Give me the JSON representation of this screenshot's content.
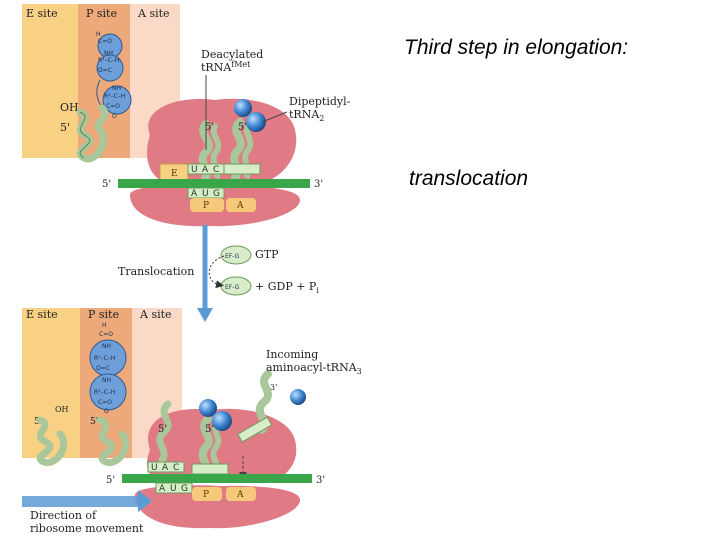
{
  "slide": {
    "title": "Third step in elongation:",
    "subtitle": "translocation"
  },
  "top_panel": {
    "site_e": "E site",
    "site_p": "P site",
    "site_a": "A site",
    "deacylated": "Deacylated",
    "trna_fmet_base": "tRNA",
    "trna_fmet_sup": "fMet",
    "dipeptidyl_line1": "Dipeptidyl-",
    "dipeptidyl_line2": "tRNA",
    "dipeptidyl_sub": "2",
    "oh": "OH",
    "five_prime": "5'",
    "three_prime": "3'",
    "codons": [
      "U",
      "A",
      "C",
      "A",
      "U",
      "G"
    ],
    "ribo_e": "E",
    "ribo_p": "P",
    "ribo_a": "A",
    "chem": [
      "H",
      "C=O",
      "NH",
      "R¹–C–H",
      "O=C",
      "NH",
      "R²–C–H",
      "C=O",
      "O"
    ]
  },
  "middle": {
    "translocation": "Translocation",
    "efg": "EF-G",
    "gtp": "GTP",
    "gdp_pi": "+ GDP + P",
    "pi_sub": "i"
  },
  "bottom_panel": {
    "site_e": "E site",
    "site_p": "P site",
    "site_a": "A site",
    "incoming_line1": "Incoming",
    "incoming_line2": "aminoacyl-tRNA",
    "incoming_sub": "3",
    "oh": "OH",
    "five_prime": "5'",
    "three_prime": "3'",
    "codons": [
      "U",
      "A",
      "C",
      "A",
      "U",
      "G"
    ],
    "ribo_p": "P",
    "ribo_a": "A",
    "direction_line1": "Direction of",
    "direction_line2": "ribosome movement",
    "chem": [
      "H",
      "C=O",
      "NH",
      "R¹–C–H",
      "O=C",
      "NH",
      "R²–C–H",
      "C=O",
      "O"
    ]
  },
  "colors": {
    "e_site": "#f8d184",
    "p_site": "#eda97a",
    "a_site": "#fad9c6",
    "ribosome": "#e07b86",
    "mrna": "#3aa64a",
    "trna": "#a9c79a",
    "peptide": "#4a8fd6",
    "arrow": "#5b9bd5"
  }
}
